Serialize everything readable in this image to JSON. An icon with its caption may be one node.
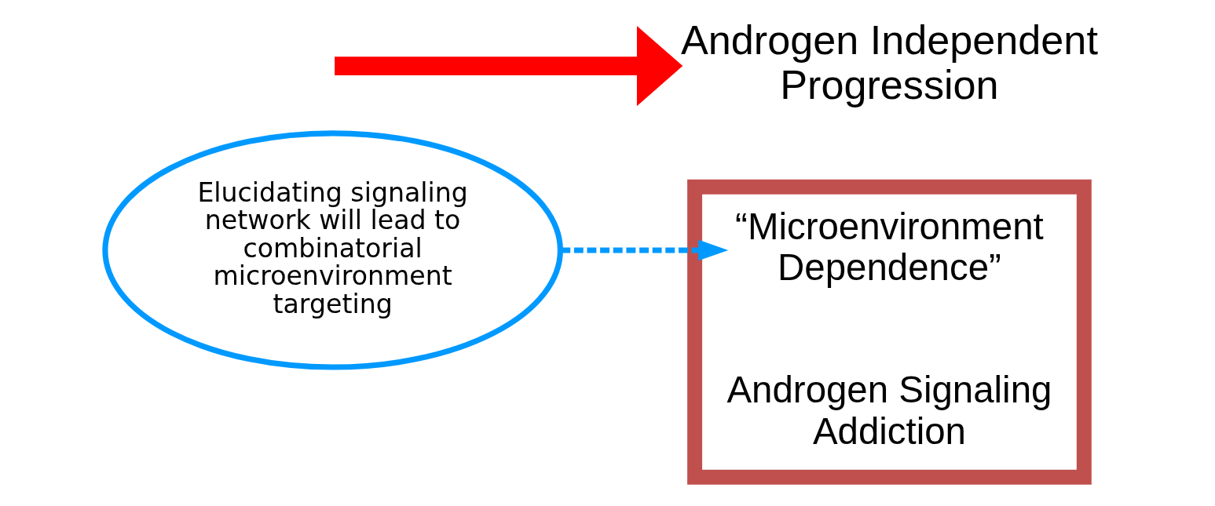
{
  "diagram": {
    "nodes": [
      {
        "text": [],
        "shape": "box"
      },
      {
        "text": [
          "“Microenvironment Dependence”"
        ],
        "in": 0
      },
      {
        "text": [
          "Androgen Signaling Addiction"
        ],
        "in": 0
      },
      {
        "text": [
          "Androgen Independent Progression"
        ]
      },
      {
        "text": [
          "Elucidating signaling network will lead to combinatorial microenvironment targeting"
        ]
      }
    ],
    "edges": [
      {
        "from": null,
        "to": 3,
        "arrow": "to",
        "style": "thick",
        "color": "#ff0000"
      },
      {
        "from": 4,
        "to": 1,
        "arrow": "to",
        "style": "dashed",
        "color": "#0099ff"
      }
    ]
  }
}
